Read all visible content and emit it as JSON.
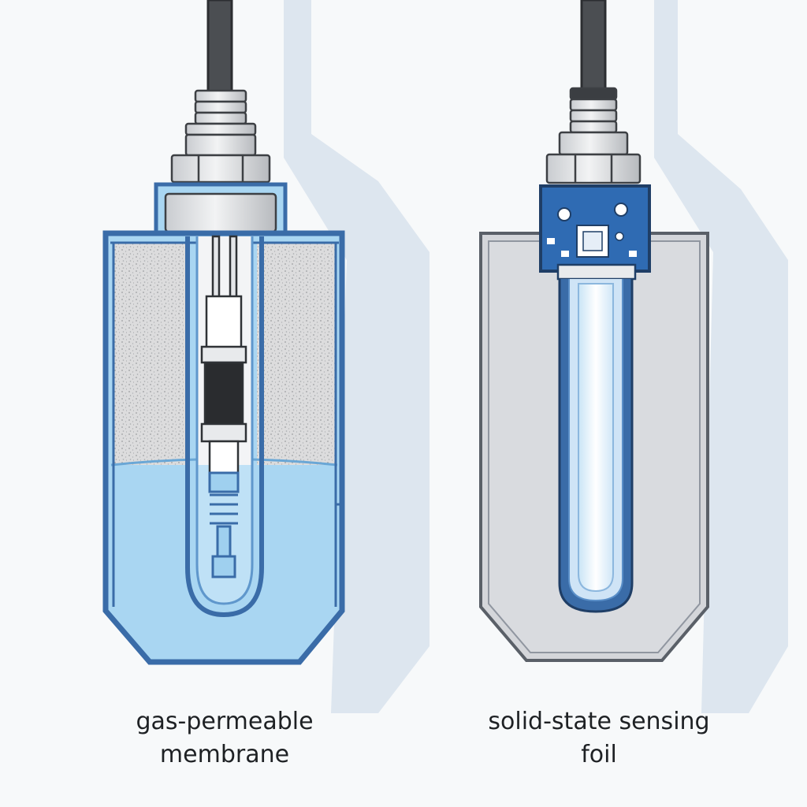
{
  "probes": {
    "left": {
      "label_line1": "gas-permeable",
      "label_line2": "membrane"
    },
    "right": {
      "label_line1": "solid-state sensing",
      "label_line2": "foil"
    }
  },
  "colors": {
    "housing_blue": "#3a6ca8",
    "electrolyte": "#a9d6f2",
    "foam_gray": "#d6d7d9",
    "right_fill": "#d4d6da",
    "pcb_blue": "#2f6bb3",
    "shadow": "#dde6ef",
    "cable": "#4b4e52"
  }
}
